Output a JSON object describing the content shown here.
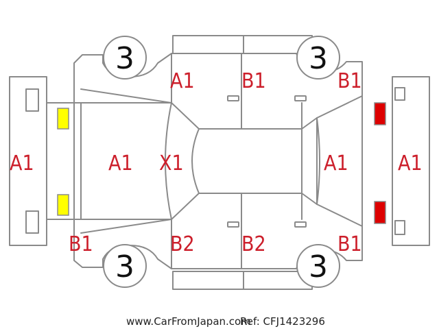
{
  "damage_marks": {
    "rear_bumper": "A1",
    "rear_hatch": "A1",
    "rear_quarter_left": "X1",
    "left_rear_door": "A1",
    "left_front_door": "B1",
    "left_front_fender": "B1",
    "hood": "A1",
    "front_bumper": "A1",
    "right_rear_fender": "B1",
    "right_rear_door": "B2",
    "right_front_door": "B2",
    "right_front_fender": "B1"
  },
  "tires": {
    "rear_left": "3",
    "front_left": "3",
    "rear_right": "3",
    "front_right": "3"
  },
  "light_colors": {
    "rear": "#ffff00",
    "front": "#dd0000"
  },
  "footer": {
    "site": "www.CarFromJapan.com",
    "ref": "Ref: CFJ1423296"
  }
}
